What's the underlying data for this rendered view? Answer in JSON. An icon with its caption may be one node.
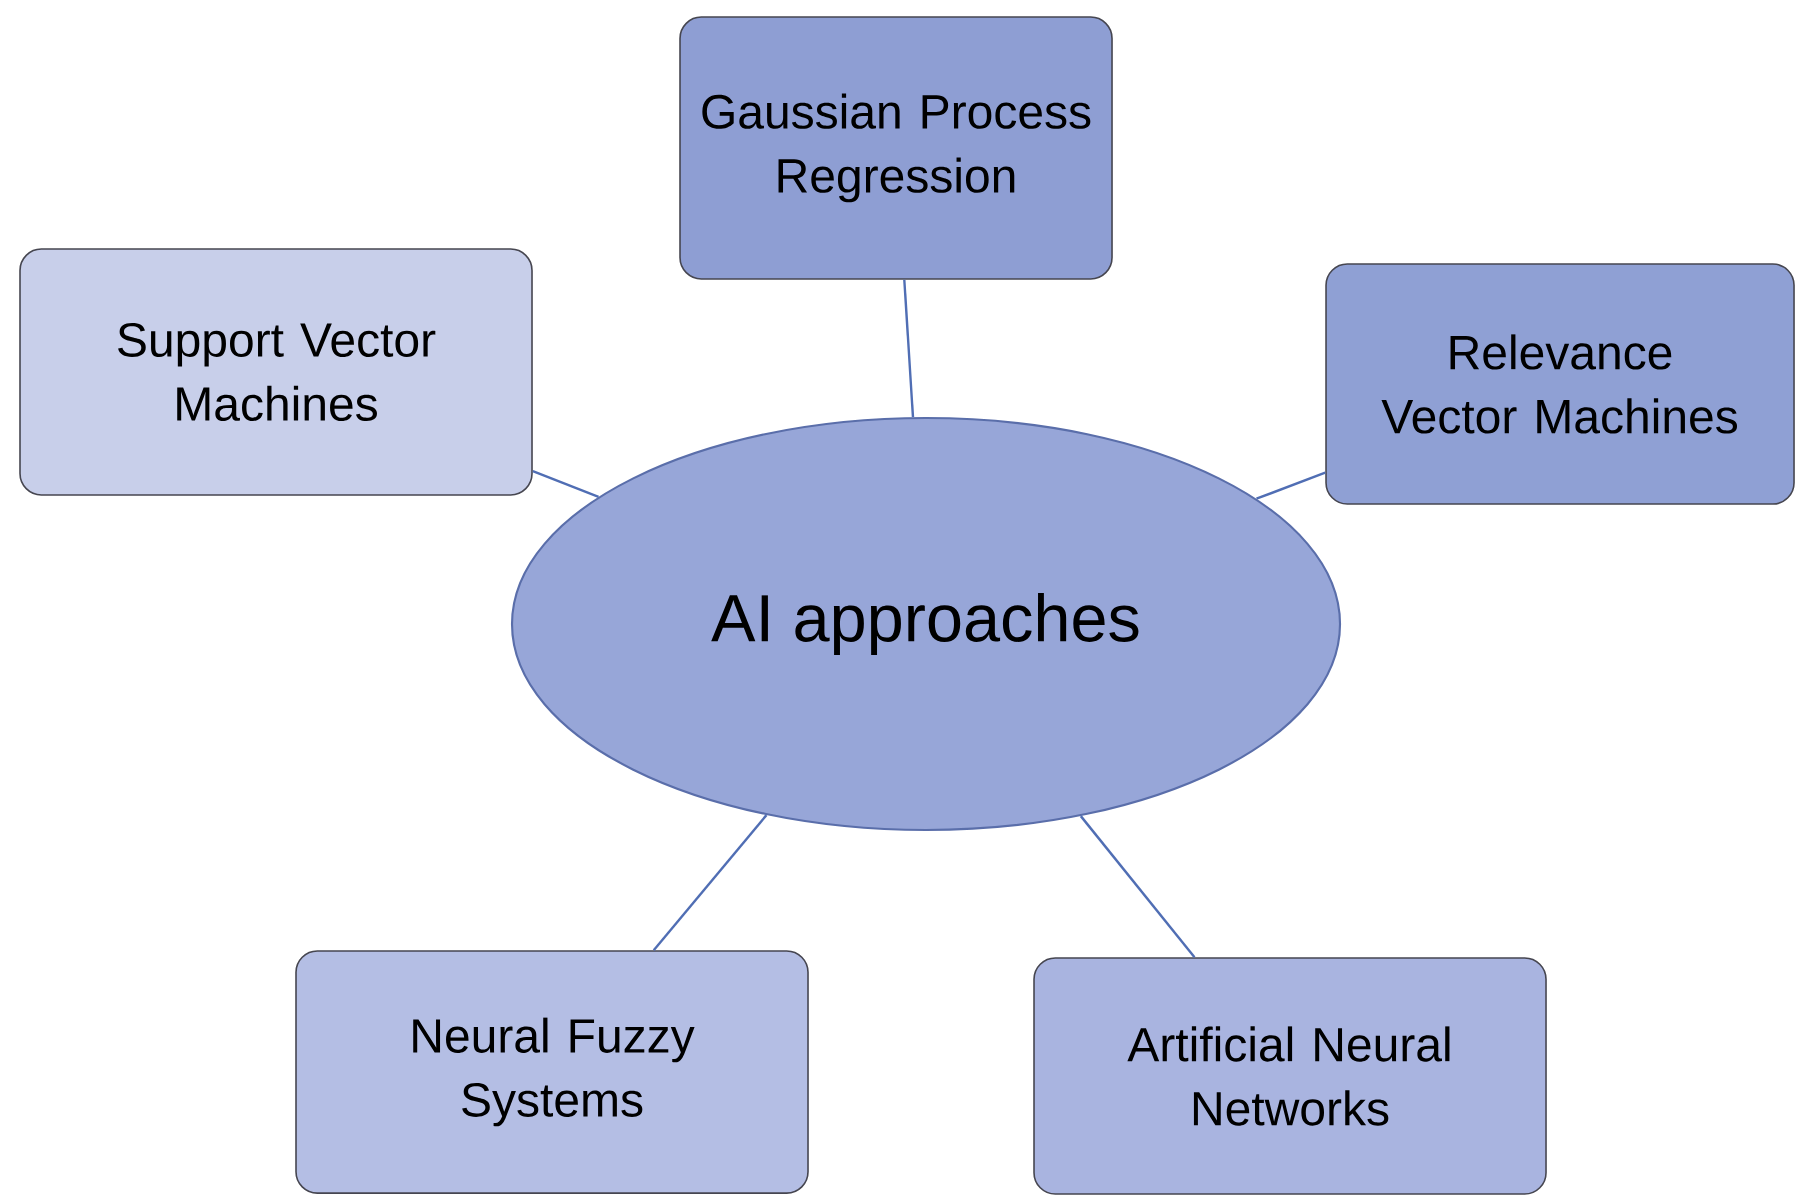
{
  "diagram": {
    "nodes": [
      {
        "text": [
          "AI approaches"
        ]
      },
      {
        "text": [
          "Gaussian Process Regression"
        ]
      },
      {
        "text": [
          "Support Vector Machines"
        ]
      },
      {
        "text": [
          "Relevance Vector Machines"
        ]
      },
      {
        "text": [
          "Neural Fuzzy Systems"
        ]
      },
      {
        "text": [
          "Artificial Neural Networks"
        ]
      }
    ],
    "edges": [
      {
        "from": 0,
        "to": 1,
        "arrow": "none"
      },
      {
        "from": 0,
        "to": 2,
        "arrow": "none"
      },
      {
        "from": 0,
        "to": 3,
        "arrow": "none"
      },
      {
        "from": 0,
        "to": 4,
        "arrow": "none"
      },
      {
        "from": 0,
        "to": 5,
        "arrow": "none"
      }
    ]
  }
}
